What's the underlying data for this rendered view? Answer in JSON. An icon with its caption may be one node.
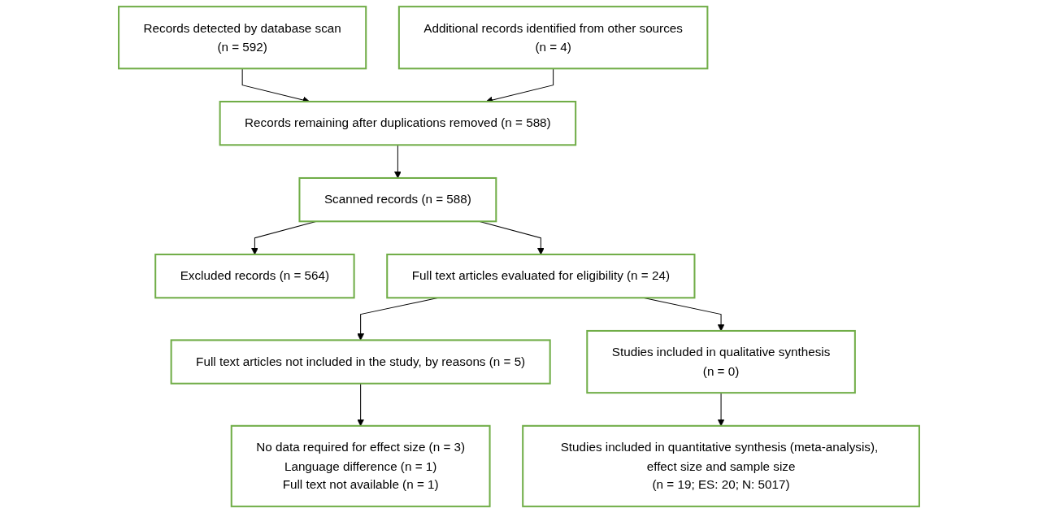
{
  "diagram": {
    "nodes": [
      {
        "text": [
          "Records detected by database scan",
          "(n = 592)"
        ]
      },
      {
        "text": [
          "Additional records identified from other sources",
          "(n = 4)"
        ]
      },
      {
        "text": [
          "Records remaining after duplications removed (n = 588)"
        ]
      },
      {
        "text": [
          "Scanned records (n = 588)"
        ]
      },
      {
        "text": [
          "Excluded records (n = 564)"
        ]
      },
      {
        "text": [
          "Full text articles evaluated for eligibility (n = 24)"
        ]
      },
      {
        "text": [
          "Full text articles not included in the study, by reasons (n = 5)"
        ]
      },
      {
        "text": [
          "Studies included in qualitative synthesis",
          "(n = 0)"
        ]
      },
      {
        "text": [
          "Studies included in quantitative synthesis (meta-analysis), effect size and sample size",
          "(n = 19; ES: 20; N: 5017)"
        ]
      },
      {
        "text": [
          "No data required for effect size (n = 3)",
          "Language difference (n = 1)",
          "Full text not available (n = 1)"
        ]
      }
    ],
    "edges": [
      {
        "from": 0,
        "to": 2,
        "arrow": "to"
      },
      {
        "from": 1,
        "to": 2,
        "arrow": "to"
      },
      {
        "from": 2,
        "to": 3,
        "arrow": "to"
      },
      {
        "from": 3,
        "to": 4,
        "arrow": "to"
      },
      {
        "from": 3,
        "to": 5,
        "arrow": "to"
      },
      {
        "from": 5,
        "to": 6,
        "arrow": "to"
      },
      {
        "from": 5,
        "to": 7,
        "arrow": "to"
      },
      {
        "from": 6,
        "to": 9,
        "arrow": "to"
      },
      {
        "from": 7,
        "to": 8,
        "arrow": "to"
      }
    ]
  }
}
